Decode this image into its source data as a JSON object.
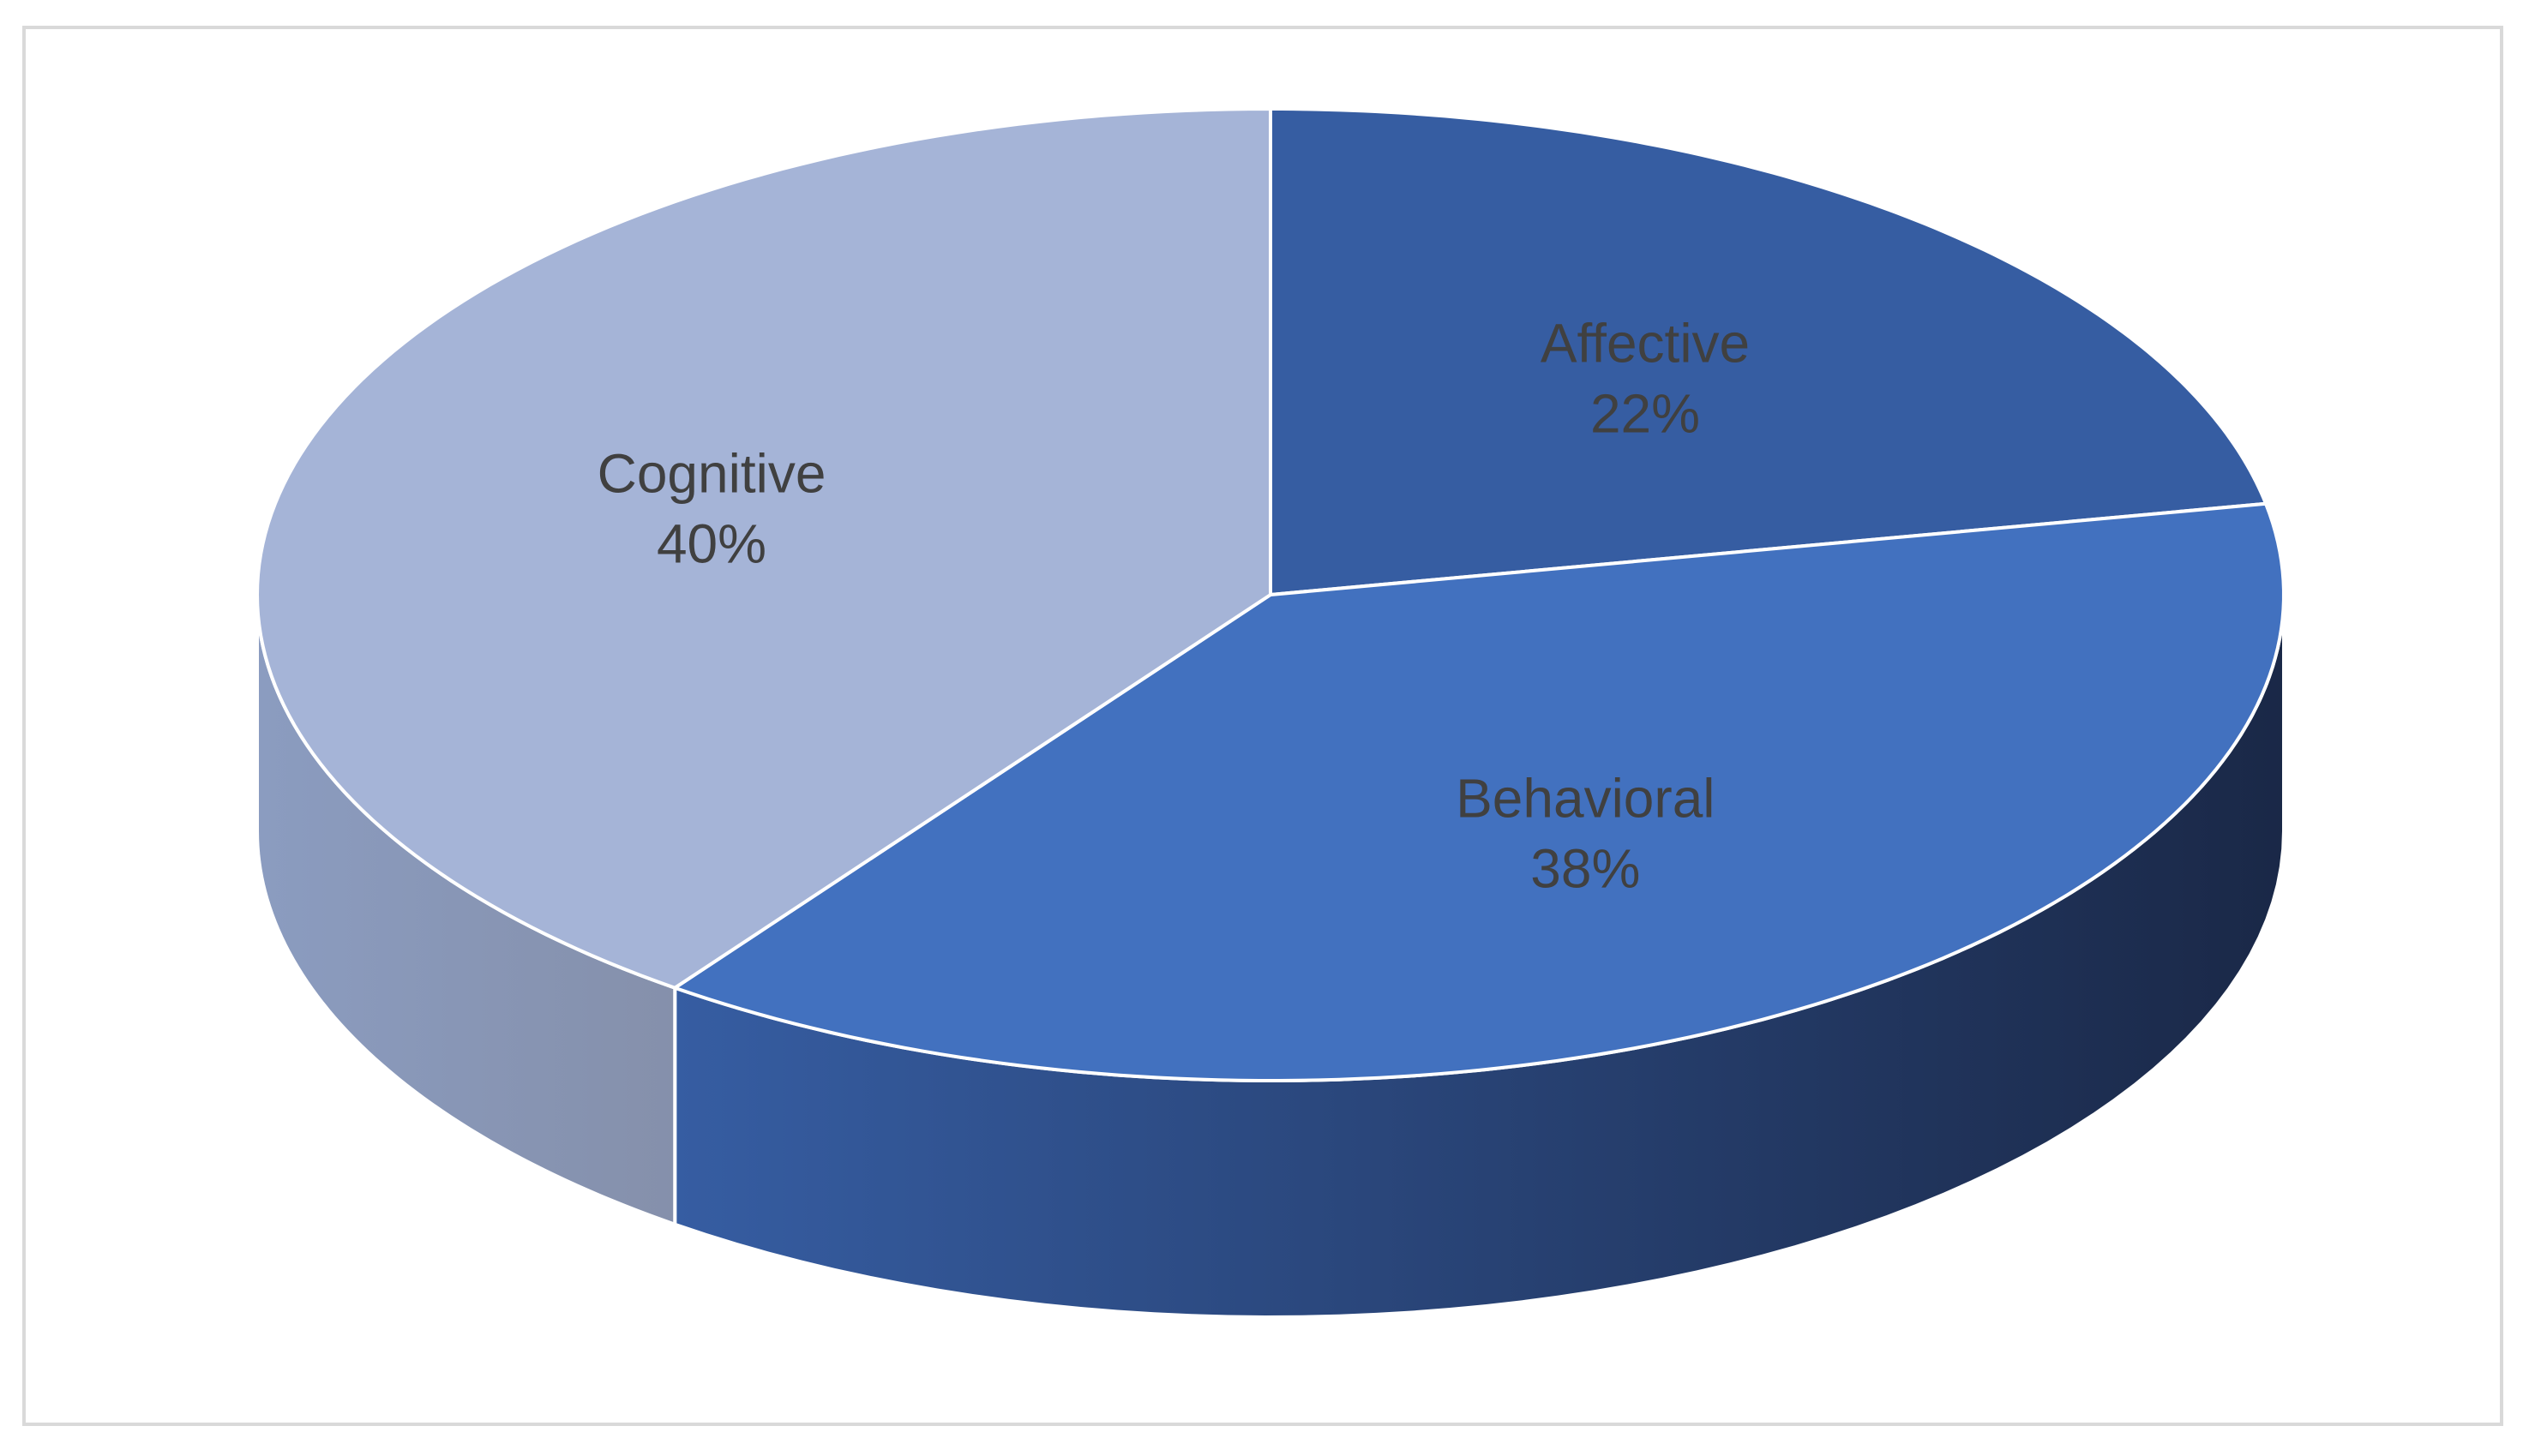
{
  "chart_data": {
    "type": "pie",
    "style": "3d",
    "title": "",
    "legend": "none",
    "slices": [
      {
        "name": "Affective",
        "value": 22,
        "label": "22%",
        "color": "#365da2"
      },
      {
        "name": "Behavioral",
        "value": 38,
        "label": "38%",
        "color": "#4271bf"
      },
      {
        "name": "Cognitive",
        "value": 40,
        "label": "40%",
        "color": "#a5b4d7"
      }
    ],
    "side_colors": {
      "Affective": [
        "#2a4a85",
        "#1c2b4f"
      ],
      "Behavioral": [
        "#365da2",
        "#1a2847"
      ],
      "Cognitive": [
        "#8b9cc0",
        "#8590ab"
      ]
    }
  }
}
